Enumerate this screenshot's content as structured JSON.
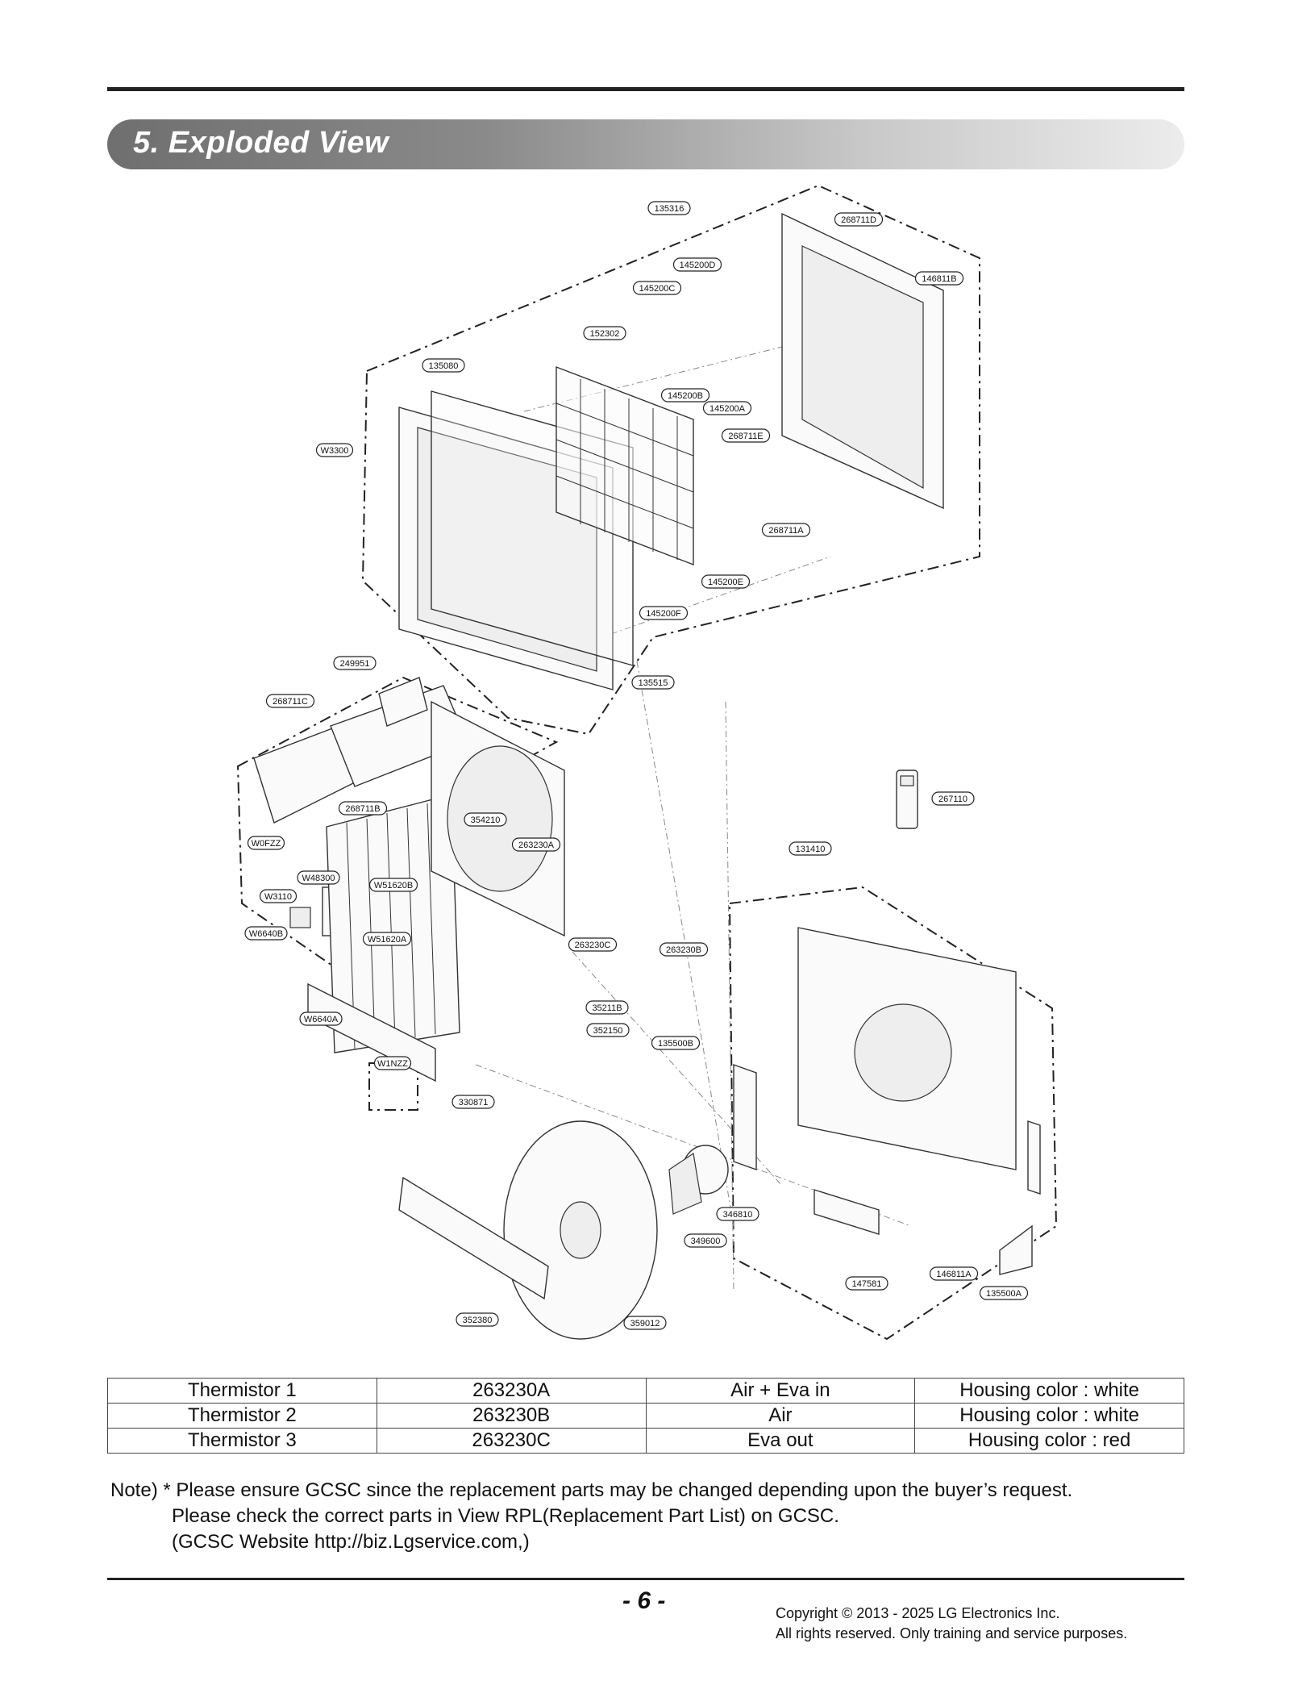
{
  "title": "5. Exploded View",
  "part_labels": [
    "135316",
    "268711D",
    "145200D",
    "146811B",
    "145200C",
    "152302",
    "135080",
    "145200B",
    "145200A",
    "W3300",
    "268711E",
    "268711A",
    "145200E",
    "145200F",
    "249951",
    "135515",
    "268711C",
    "267110",
    "268711B",
    "354210",
    "W0FZZ",
    "263230A",
    "131410",
    "W48300",
    "W51620B",
    "W3110",
    "W6640B",
    "W51620A",
    "263230C",
    "263230B",
    "35211B",
    "W6640A",
    "352150",
    "135500B",
    "W1NZZ",
    "330871",
    "346810",
    "349600",
    "147581",
    "146811A",
    "135500A",
    "352380",
    "359012"
  ],
  "thermistor_table": {
    "rows": [
      [
        "Thermistor 1",
        "263230A",
        "Air  + Eva in",
        "Housing color : white"
      ],
      [
        "Thermistor 2",
        "263230B",
        "Air",
        "Housing color : white"
      ],
      [
        "Thermistor 3",
        "263230C",
        "Eva out",
        "Housing color : red"
      ]
    ]
  },
  "note": {
    "line1": "Note) * Please ensure GCSC since the replacement parts may be changed depending upon the buyer’s request.",
    "line2": "Please check  the correct parts in View RPL(Replacement Part List) on GCSC.",
    "line3": "(GCSC Website  http://biz.Lgservice.com,)"
  },
  "footer": {
    "page": "- 6 -",
    "copyright1": "Copyright © 2013 - 2025 LG Electronics Inc.",
    "copyright2": "All rights reserved. Only training and service purposes."
  }
}
